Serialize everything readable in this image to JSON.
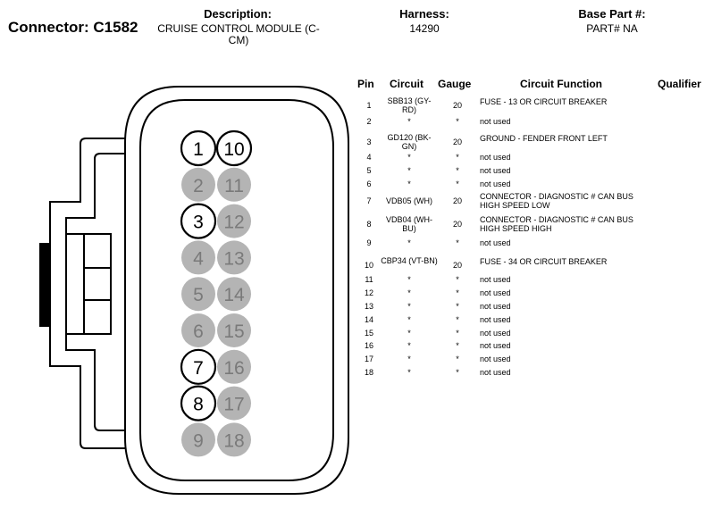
{
  "header": {
    "connector_label": "Connector: C1582",
    "description_label": "Description:",
    "description_value": "CRUISE CONTROL MODULE (C-CM)",
    "harness_label": "Harness:",
    "harness_value": "14290",
    "base_part_label": "Base Part #:",
    "base_part_value": "PART# NA"
  },
  "colors": {
    "active_pin_fill": "#ffffff",
    "unused_pin_fill": "#b4b4b4",
    "unused_pin_text": "#7a7a7a",
    "outline": "#000000"
  },
  "connector": {
    "pins": [
      {
        "num": "1",
        "used": true
      },
      {
        "num": "10",
        "used": true
      },
      {
        "num": "2",
        "used": false
      },
      {
        "num": "11",
        "used": false
      },
      {
        "num": "3",
        "used": true
      },
      {
        "num": "12",
        "used": false
      },
      {
        "num": "4",
        "used": false
      },
      {
        "num": "13",
        "used": false
      },
      {
        "num": "5",
        "used": false
      },
      {
        "num": "14",
        "used": false
      },
      {
        "num": "6",
        "used": false
      },
      {
        "num": "15",
        "used": false
      },
      {
        "num": "7",
        "used": true
      },
      {
        "num": "16",
        "used": false
      },
      {
        "num": "8",
        "used": true
      },
      {
        "num": "17",
        "used": false
      },
      {
        "num": "9",
        "used": false
      },
      {
        "num": "18",
        "used": false
      }
    ]
  },
  "table": {
    "headers": {
      "pin": "Pin",
      "circuit": "Circuit",
      "gauge": "Gauge",
      "function": "Circuit Function",
      "qualifier": "Qualifier"
    },
    "rows": [
      {
        "pin": "1",
        "circuit": "SBB13 (GY-RD)",
        "gauge": "20",
        "function": "FUSE - 13 OR CIRCUIT BREAKER"
      },
      {
        "pin": "2",
        "circuit": "*",
        "gauge": "*",
        "function": "not used"
      },
      {
        "pin": "3",
        "circuit": "GD120 (BK-GN)",
        "gauge": "20",
        "function": "GROUND - FENDER FRONT LEFT"
      },
      {
        "pin": "4",
        "circuit": "*",
        "gauge": "*",
        "function": "not used"
      },
      {
        "pin": "5",
        "circuit": "*",
        "gauge": "*",
        "function": "not used"
      },
      {
        "pin": "6",
        "circuit": "*",
        "gauge": "*",
        "function": "not used"
      },
      {
        "pin": "7",
        "circuit": "VDB05 (WH)",
        "gauge": "20",
        "function": "CONNECTOR - DIAGNOSTIC # CAN BUS HIGH SPEED LOW"
      },
      {
        "pin": "8",
        "circuit": "VDB04 (WH-BU)",
        "gauge": "20",
        "function": "CONNECTOR - DIAGNOSTIC # CAN BUS HIGH SPEED HIGH"
      },
      {
        "pin": "9",
        "circuit": "*",
        "gauge": "*",
        "function": "not used"
      },
      {
        "pin": "10",
        "circuit": "CBP34 (VT-BN)",
        "gauge": "20",
        "function": "FUSE - 34 OR CIRCUIT BREAKER"
      },
      {
        "pin": "11",
        "circuit": "*",
        "gauge": "*",
        "function": "not used"
      },
      {
        "pin": "12",
        "circuit": "*",
        "gauge": "*",
        "function": "not used"
      },
      {
        "pin": "13",
        "circuit": "*",
        "gauge": "*",
        "function": "not used"
      },
      {
        "pin": "14",
        "circuit": "*",
        "gauge": "*",
        "function": "not used"
      },
      {
        "pin": "15",
        "circuit": "*",
        "gauge": "*",
        "function": "not used"
      },
      {
        "pin": "16",
        "circuit": "*",
        "gauge": "*",
        "function": "not used"
      },
      {
        "pin": "17",
        "circuit": "*",
        "gauge": "*",
        "function": "not used"
      },
      {
        "pin": "18",
        "circuit": "*",
        "gauge": "*",
        "function": "not used"
      }
    ]
  }
}
